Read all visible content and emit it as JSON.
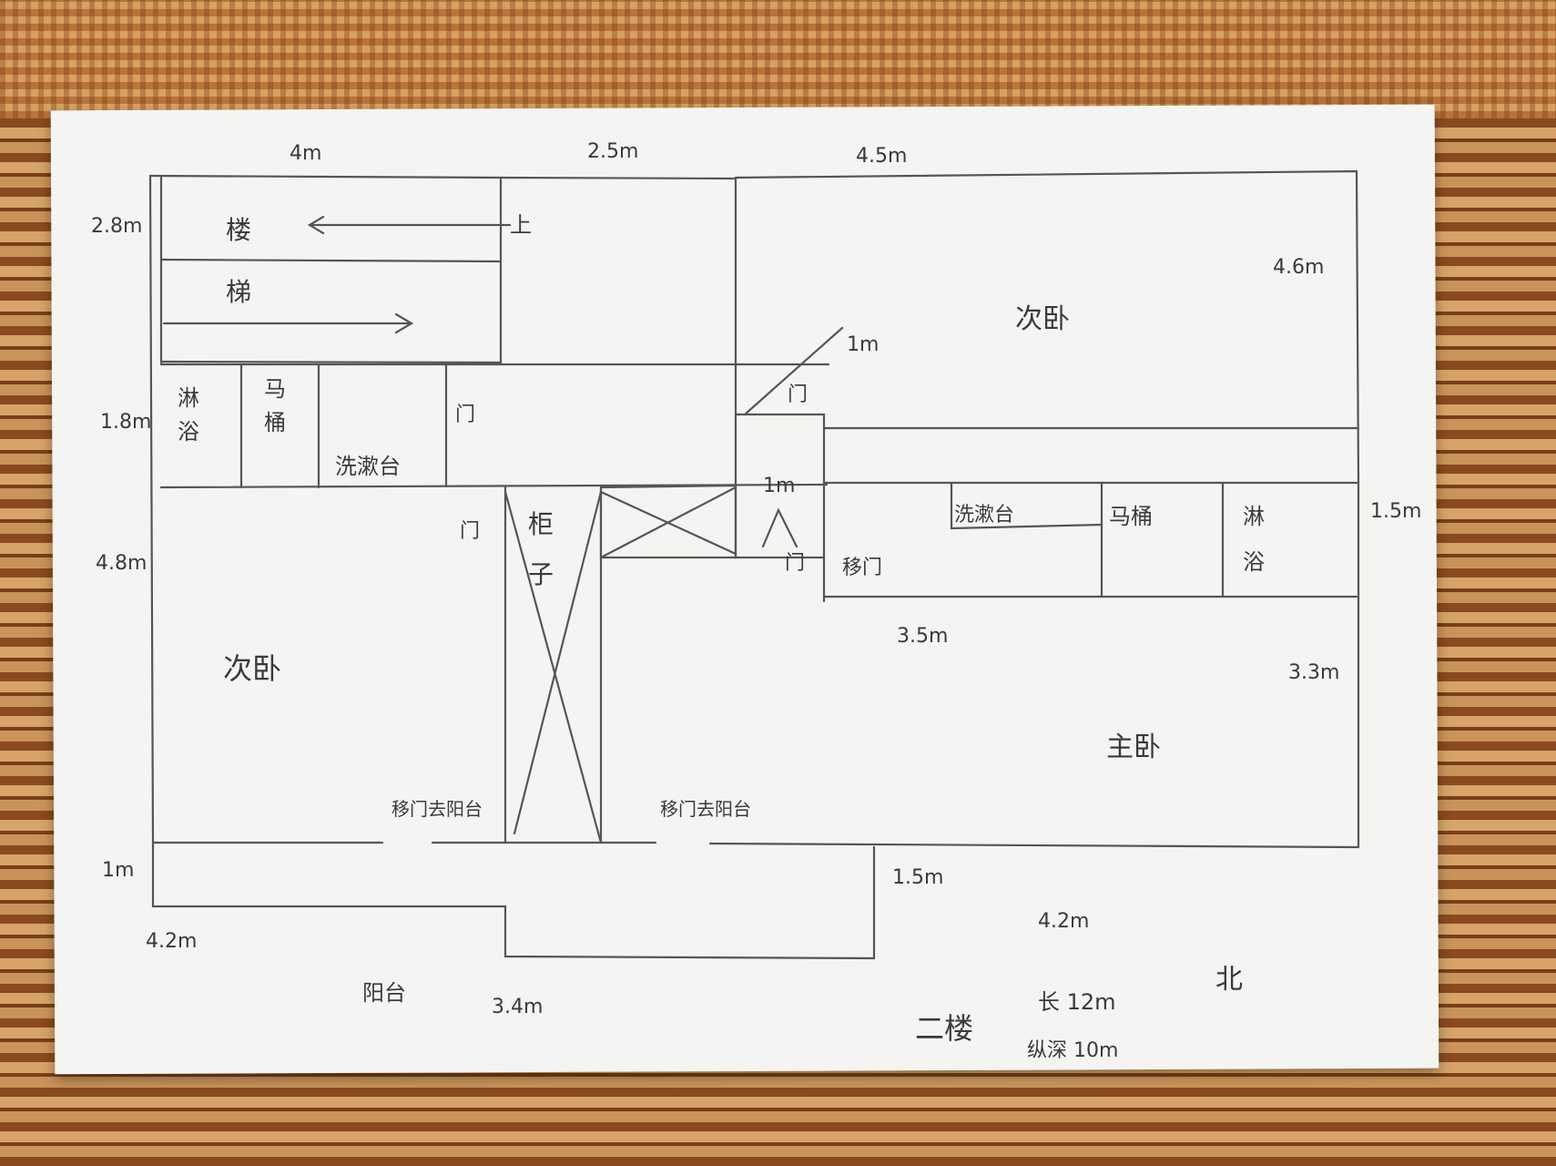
{
  "plan": {
    "floor_label": "二楼",
    "orientation_label": "北",
    "overall": {
      "length": "长 12m",
      "depth": "纵深 10m"
    },
    "top_dims": {
      "left": "4m",
      "middle": "2.5m",
      "right": "4.5m"
    },
    "left_dims": {
      "stairs": "2.8m",
      "bath": "1.8m",
      "bedroom": "4.8m",
      "balcony": "1m",
      "balcony_width": "4.2m"
    },
    "right_dims": {
      "bedroom": "4.6m",
      "bath": "1.5m",
      "master": "3.3m"
    },
    "misc_dims": {
      "corridor_door": "1m",
      "corridor": "1m",
      "bath_right_width": "3.5m",
      "step": "1.5m",
      "balcony_mid": "3.4m",
      "bottom_right": "4.2m"
    },
    "rooms": {
      "stairs": [
        "楼",
        "梯"
      ],
      "stairs_up": "上",
      "shower_left": [
        "淋",
        "浴"
      ],
      "toilet_left": [
        "马",
        "桶"
      ],
      "sink_left": "洗漱台",
      "door_bath_left": "门",
      "door_bedroom_left": "门",
      "closet": [
        "柜",
        "子"
      ],
      "bedroom_left": "次卧",
      "bedroom_right": "次卧",
      "door_bedroom_right": "门",
      "door_corridor": "门",
      "sink_right": "洗漱台",
      "toilet_right": "马桶",
      "shower_right": [
        "淋",
        "浴"
      ],
      "sliding_door_bath": "移门",
      "master_bedroom": "主卧",
      "balcony_door_left": "移门去阳台",
      "balcony_door_right": "移门去阳台",
      "balcony": "阳台"
    }
  }
}
